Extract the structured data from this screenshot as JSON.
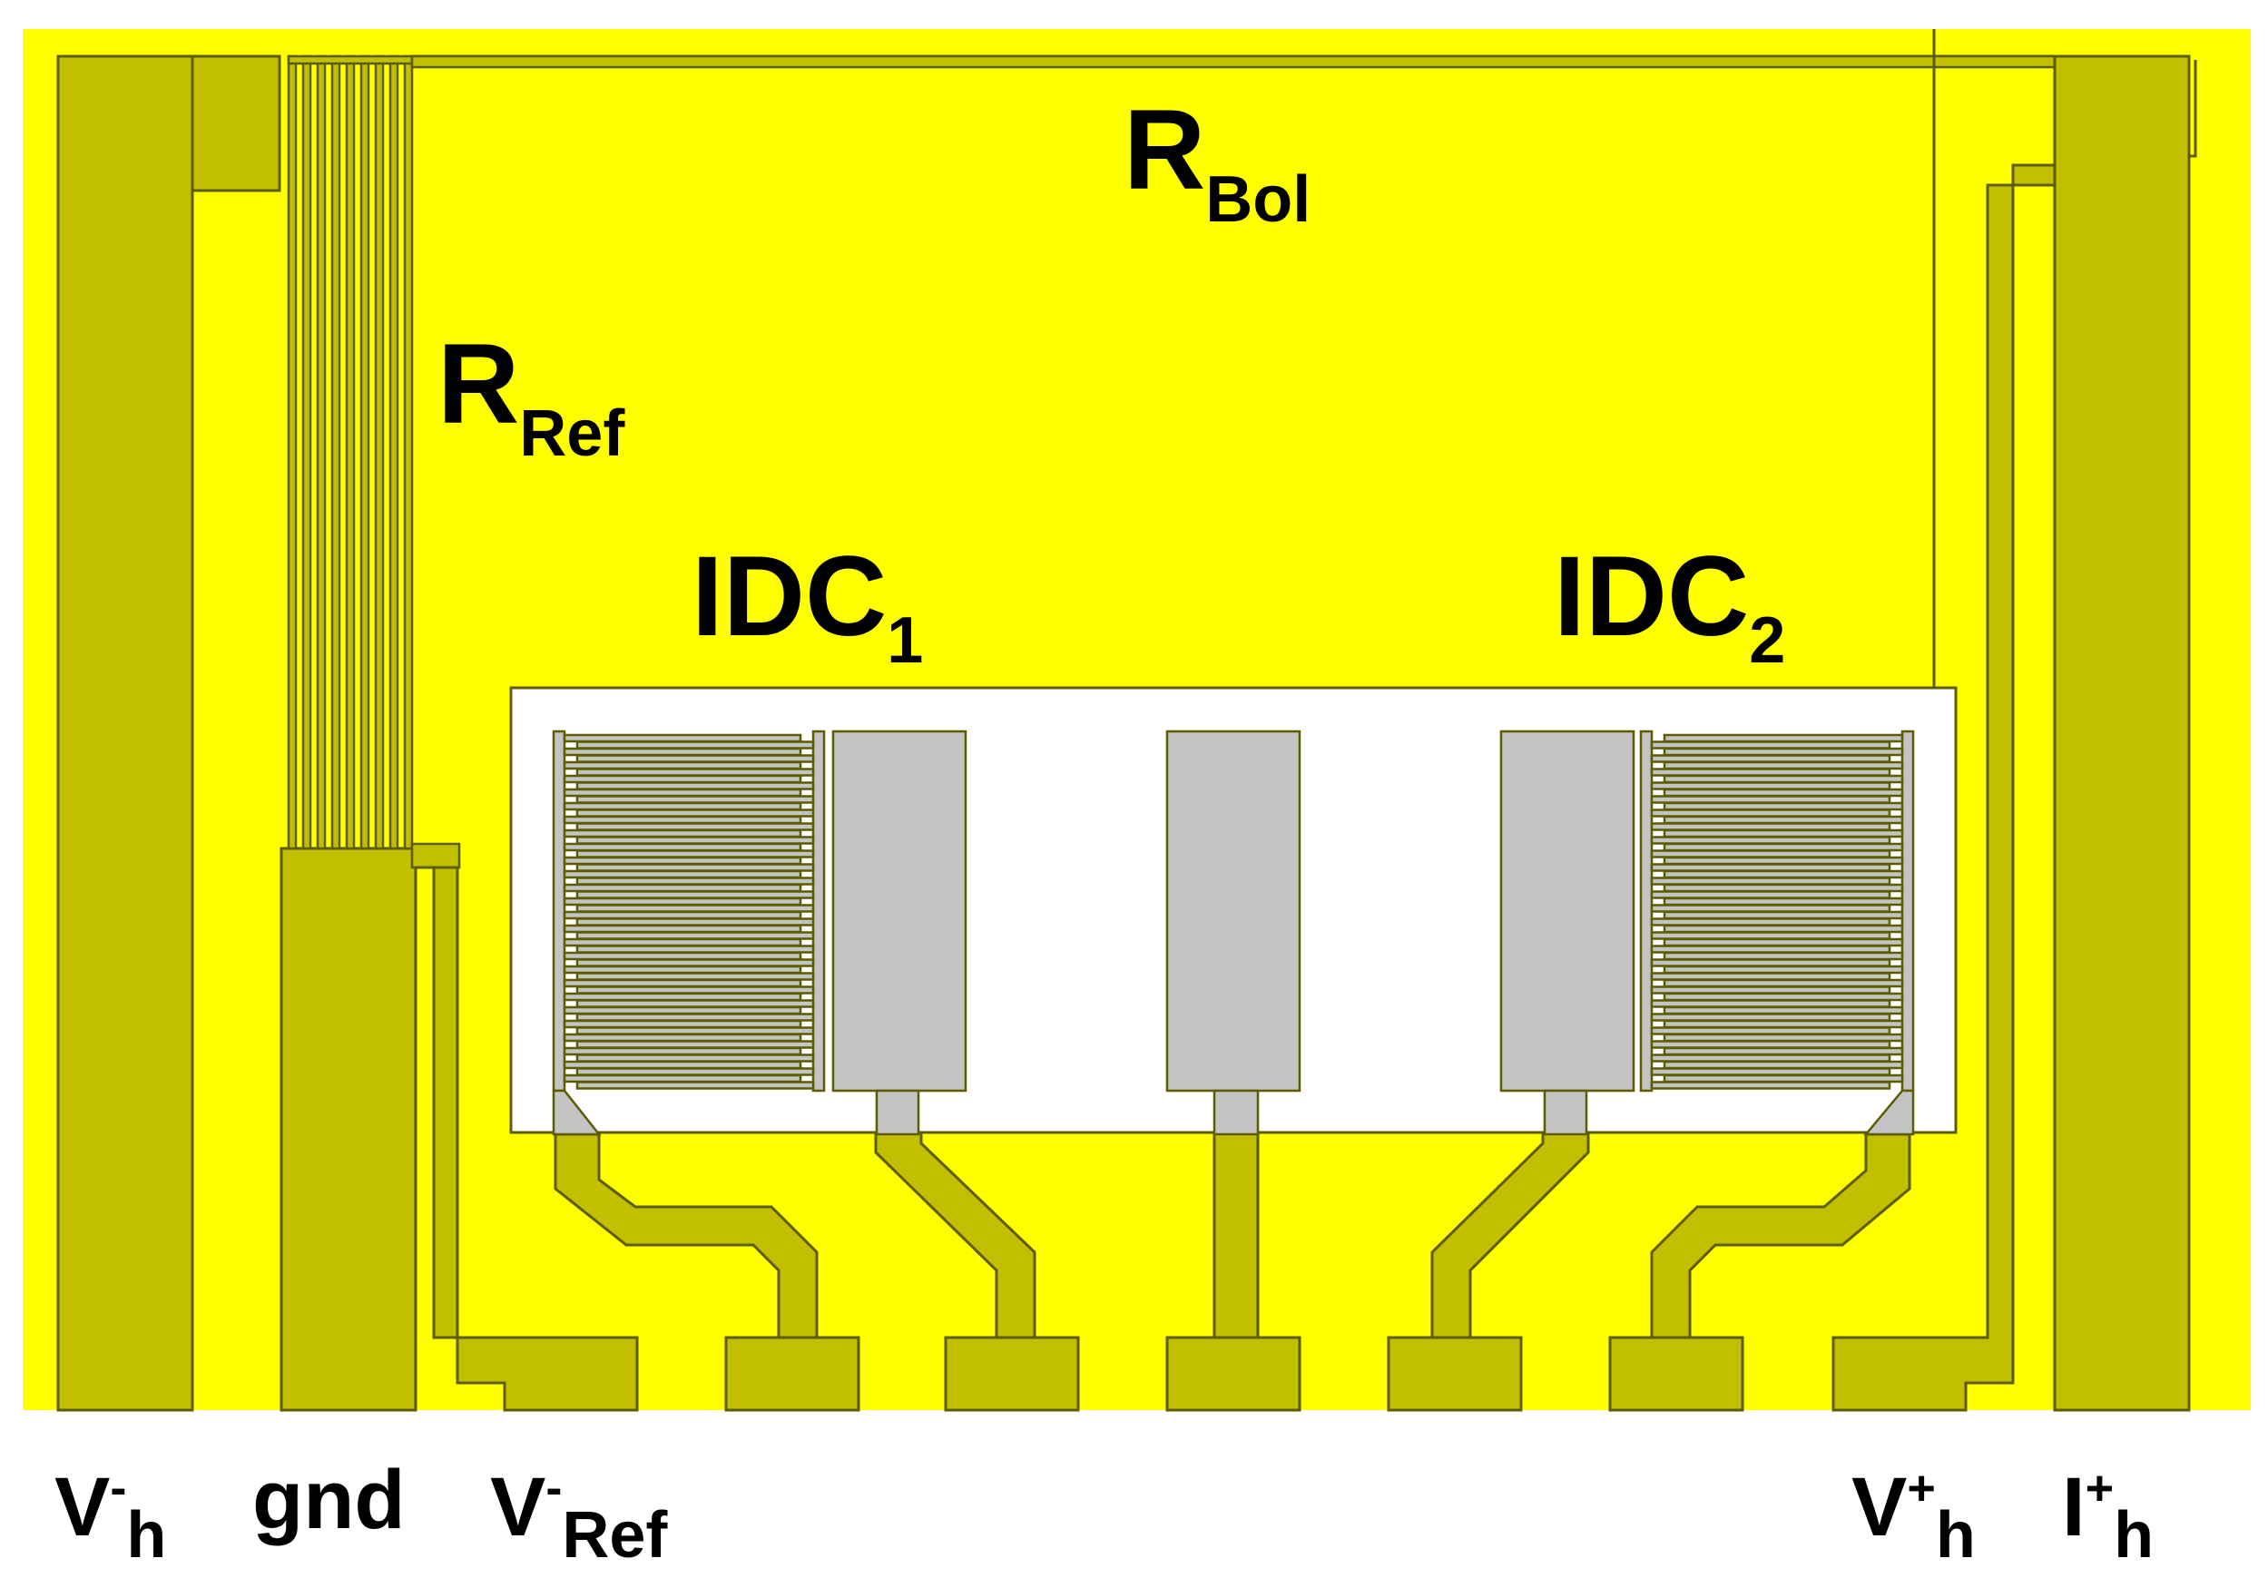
{
  "colors": {
    "metal": "#ffff00",
    "trace": "#c2be00",
    "pad_gray": "#c4c4c4",
    "window": "#ffffff",
    "outline": "#5c5c00",
    "text": "#000000"
  },
  "labels": {
    "r_bol": {
      "main": "R",
      "sub": "Bol"
    },
    "r_ref": {
      "main": "R",
      "sub": "Ref"
    },
    "idc1": {
      "main": "IDC",
      "sub": "1"
    },
    "idc2": {
      "main": "IDC",
      "sub": "2"
    }
  },
  "terminals": {
    "vh_minus": {
      "main": "V",
      "sup": "-",
      "sub": "h"
    },
    "gnd": {
      "main": "gnd"
    },
    "vref_minus": {
      "main": "V",
      "sup": "-",
      "sub": "Ref"
    },
    "vh_plus": {
      "main": "V",
      "sup": "+",
      "sub": "h"
    },
    "ih_plus": {
      "main": "I",
      "sup": "+",
      "sub": "h"
    }
  }
}
